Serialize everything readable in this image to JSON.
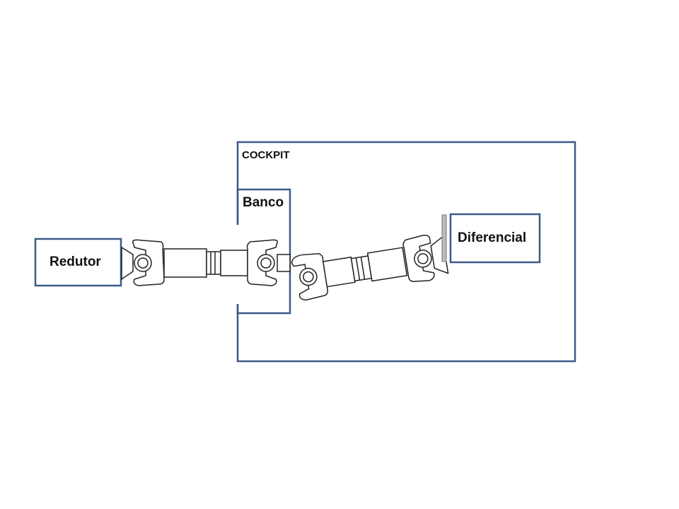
{
  "labels": {
    "cockpit": "COCKPIT",
    "banco": "Banco",
    "redutor": "Redutor",
    "diferencial": "Diferencial"
  },
  "colors": {
    "box_stroke": "#3B5A8A",
    "shaft_stroke": "#222222"
  }
}
